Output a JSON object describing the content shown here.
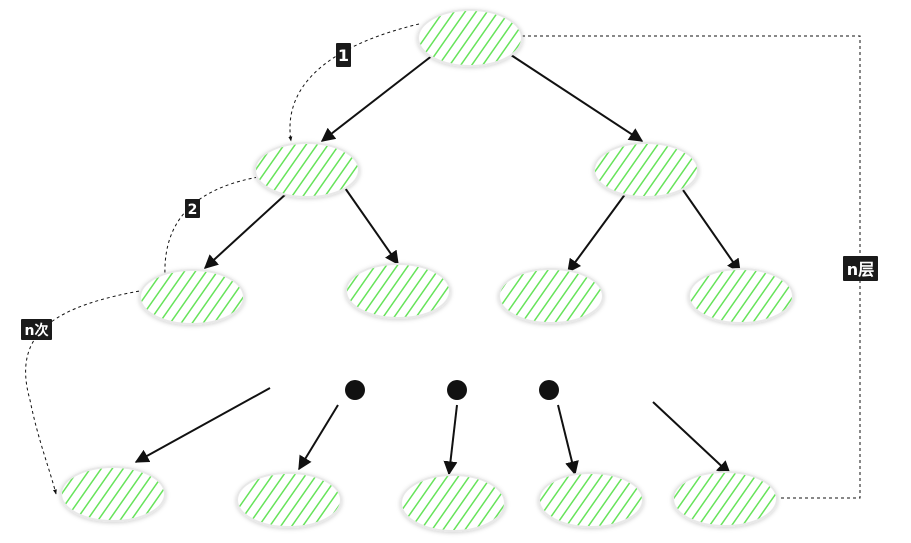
{
  "diagram": {
    "labels": {
      "step_one": "1",
      "step_two": "2",
      "step_n": "n次",
      "levels": "n层"
    },
    "colors": {
      "hatch": "#66e35a",
      "node_outline": "#e8e8e8",
      "edge": "#111111",
      "dot": "#111111",
      "label_bg": "#1a1a1a",
      "label_text": "#ffffff"
    }
  }
}
